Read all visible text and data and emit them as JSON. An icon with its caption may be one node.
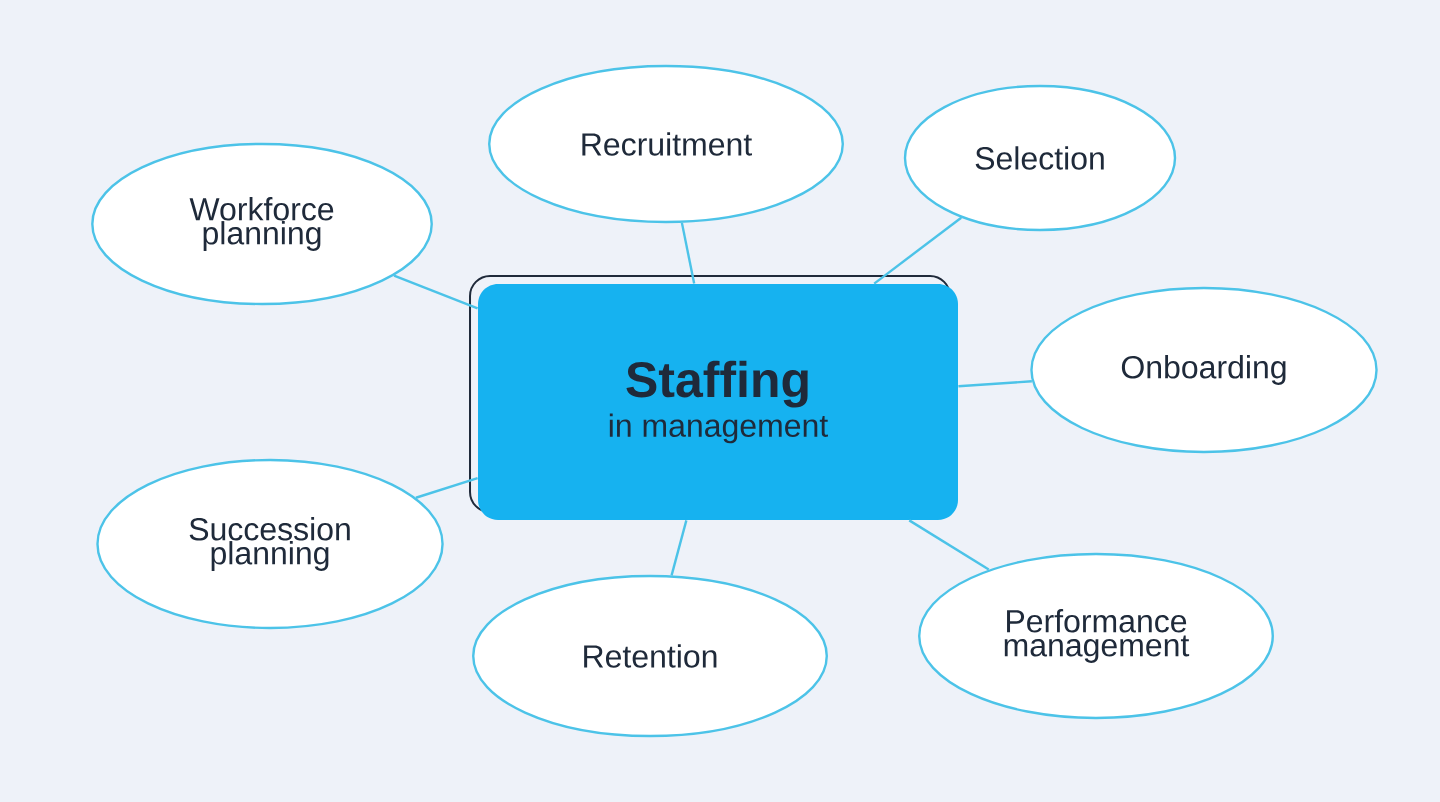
{
  "diagram": {
    "nodes": [
      {
        "text": [
          "Staffing",
          "in management"
        ]
      },
      {
        "text": [
          "Workforce planning"
        ]
      },
      {
        "text": [
          "Recruitment"
        ]
      },
      {
        "text": [
          "Selection"
        ]
      },
      {
        "text": [
          "Onboarding"
        ]
      },
      {
        "text": [
          "Succession planning"
        ]
      },
      {
        "text": [
          "Retention"
        ]
      },
      {
        "text": [
          "Performance management"
        ]
      }
    ],
    "edges": [
      {
        "from": 0,
        "to": 1,
        "arrow": "none"
      },
      {
        "from": 0,
        "to": 2,
        "arrow": "none"
      },
      {
        "from": 0,
        "to": 3,
        "arrow": "none"
      },
      {
        "from": 0,
        "to": 4,
        "arrow": "none"
      },
      {
        "from": 0,
        "to": 5,
        "arrow": "none"
      },
      {
        "from": 0,
        "to": 6,
        "arrow": "none"
      },
      {
        "from": 0,
        "to": 7,
        "arrow": "none"
      }
    ]
  }
}
